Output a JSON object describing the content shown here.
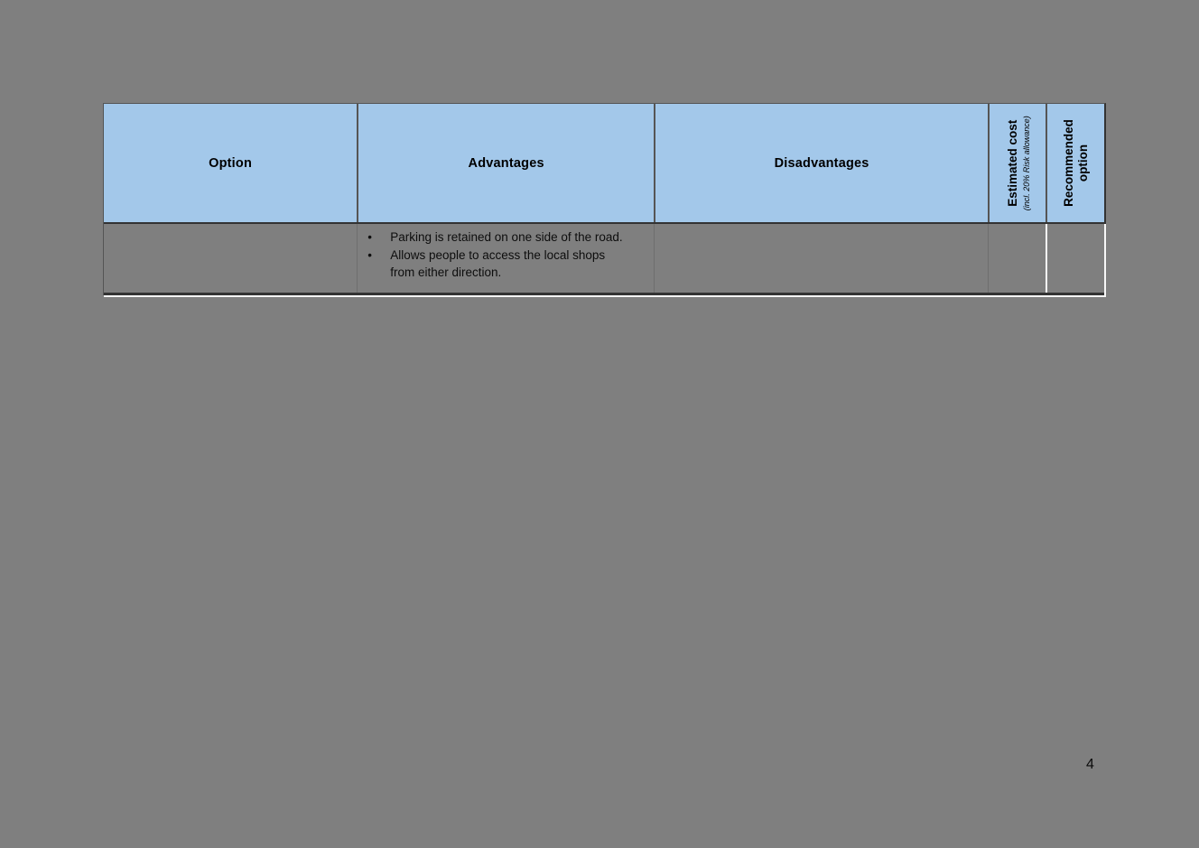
{
  "colors": {
    "page-bg": "#7f7f7f",
    "header-bg": "#a3c8ea",
    "border-dark": "#333333",
    "border-mid": "#555555",
    "white-line": "#f7f7f7",
    "text": "#000000"
  },
  "page": {
    "number": "4"
  },
  "table": {
    "columns": [
      {
        "label": "Option"
      },
      {
        "label": "Advantages"
      },
      {
        "label": "Disadvantages"
      },
      {
        "label": "Estimated cost",
        "sublabel": "(incl. 20% Risk allowance)"
      },
      {
        "label": "Recommended option"
      }
    ],
    "rows": [
      {
        "option": "",
        "advantages": [
          "Parking is retained on one side of the road.",
          "Allows people to access the local shops from either direction."
        ],
        "disadvantages": "",
        "estimated_cost": "",
        "recommended": ""
      }
    ]
  }
}
